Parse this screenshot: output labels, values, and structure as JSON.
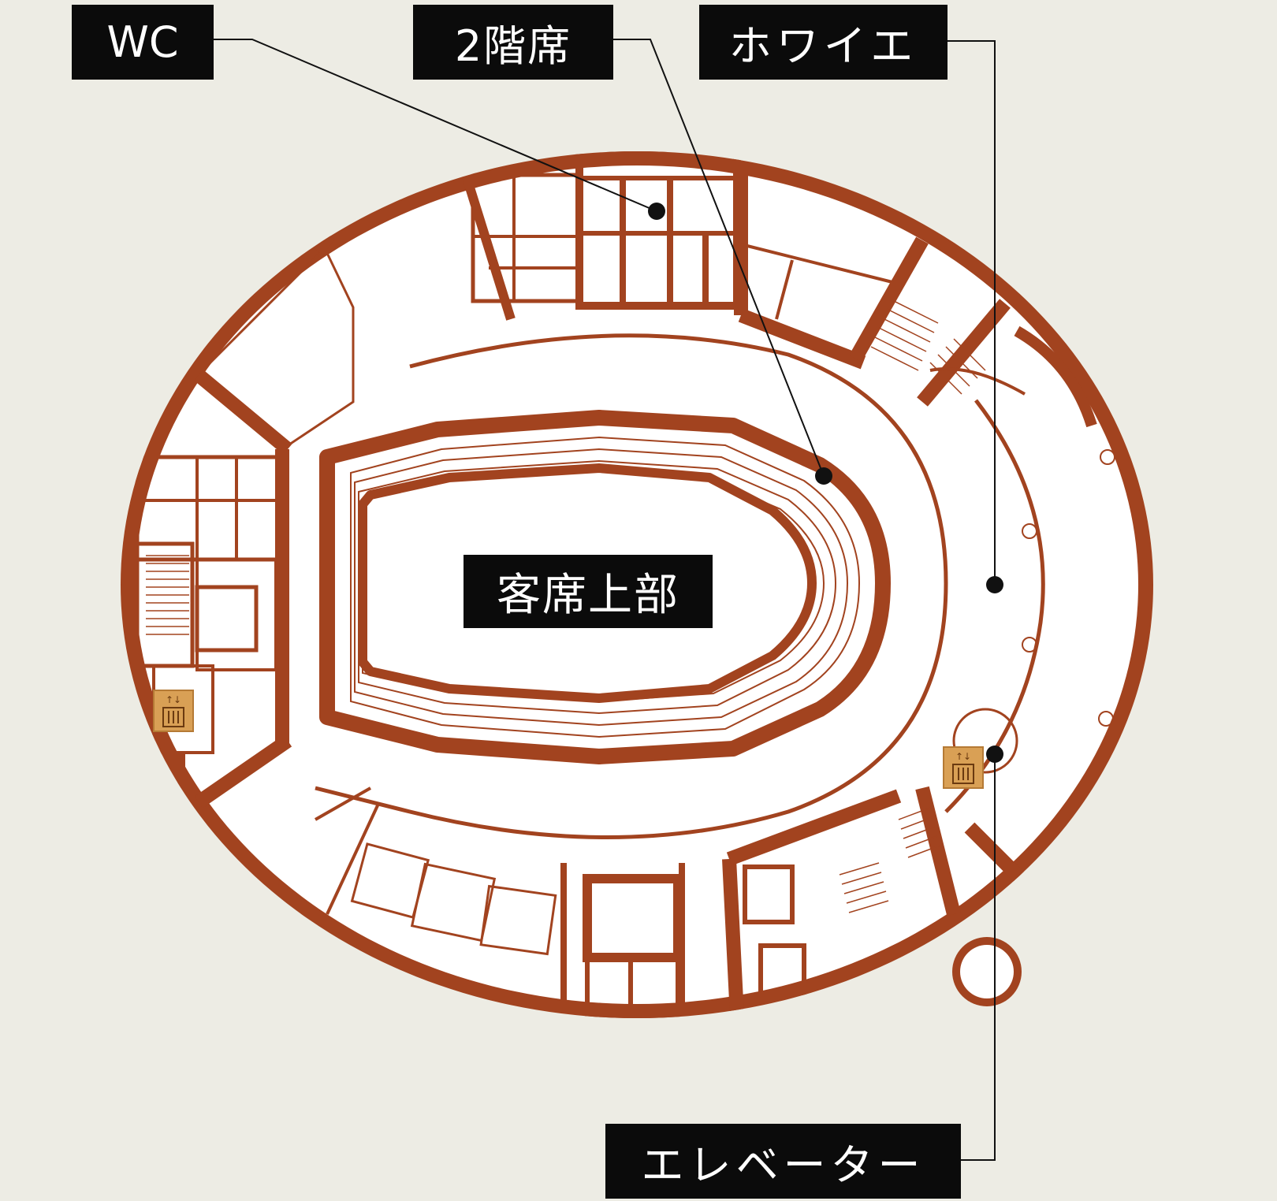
{
  "colors": {
    "background": "#edece4",
    "wall": "#a2431f",
    "floor": "#ffffff",
    "label_bg": "#0b0b0b",
    "label_text": "#ffffff",
    "leader_line": "#111111",
    "elevator_icon": "#d9a055"
  },
  "labels": {
    "wc": "WC",
    "second_floor_seats": "2階席",
    "foyer": "ホワイエ",
    "auditorium_upper": "客席上部",
    "elevator": "エレベーター"
  },
  "icons": [
    "elevator-icon",
    "elevator-icon"
  ]
}
